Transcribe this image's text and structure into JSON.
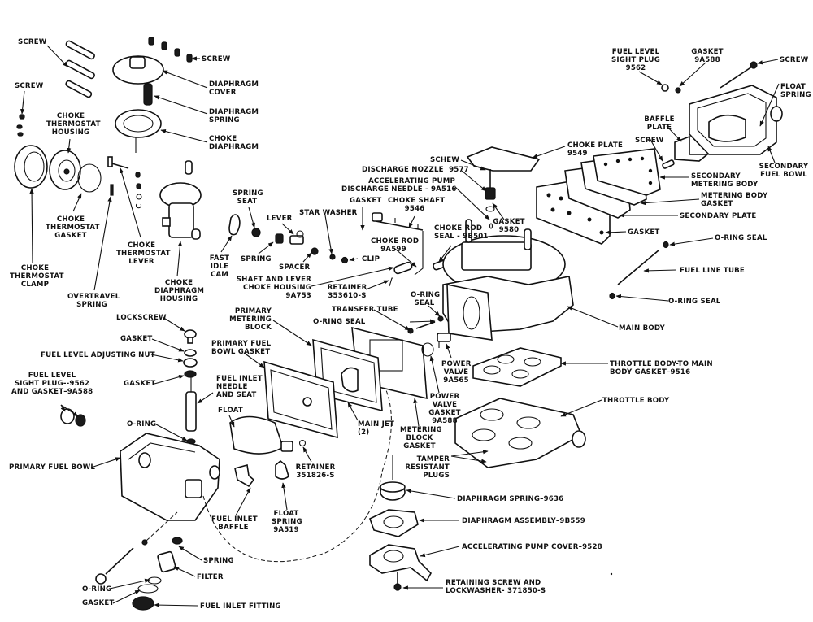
{
  "figure": {
    "title": "Carburetor exploded view",
    "labels": {
      "screw_bolts": "SCREW",
      "screw_cover": "SCREW",
      "screw_small": "SCREW",
      "diaphragm_cover": "DIAPHRAGM\nCOVER",
      "diaphragm_spring": "DIAPHRAGM\nSPRING",
      "choke_diaphragm": "CHOKE\nDIAPHRAGM",
      "choke_thermostat_housing": "CHOKE\nTHERMOSTAT\nHOUSING",
      "choke_thermostat_gasket": "CHOKE\nTHERMOSTAT\nGASKET",
      "choke_thermostat_clamp": "CHOKE\nTHERMOSTAT\nCLAMP",
      "overtravel_spring": "OVERTRAVEL\nSPRING",
      "choke_thermostat_lever": "CHOKE\nTHERMOSTAT\nLEVER",
      "choke_diaphragm_housing": "CHOKE\nDIAPHRAGM\nHOUSING",
      "fast_idle_cam": "FAST\nIDLE\nCAM",
      "spring_seat": "SPRING\nSEAT",
      "spring_choke": "SPRING",
      "lever": "LEVER",
      "spacer": "SPACER",
      "star_washer": "STAR WASHER",
      "clip": "CLIP",
      "shaft_lever_housing": "SHAFT AND LEVER\nCHOKE HOUSING\n9A753",
      "retainer_353610": "RETAINER\n353610-S",
      "gasket_upper": "GASKET",
      "choke_shaft": "CHOKE SHAFT\n9546",
      "choke_rod": "CHOKE ROD\n9A599",
      "choke_rod_seal": "CHOKE ROD\nSEAL - 9B501",
      "screw_nozzle": "SCHEW",
      "discharge_nozzle": "DISCHARGE NOZZLE  9577",
      "accel_pump_needle": "ACCELERATING PUMP\nDISCHARGE NEEDLE - 9A516",
      "gasket_9580": "GASKET\n9580",
      "choke_plate": "CHOKE PLATE\n9549",
      "fuel_level_sight_plug_9562": "FUEL LEVEL\nSIGHT PLUG\n9562",
      "gasket_9a588_top": "GASKET\n9A588",
      "screw_secondary": "SCREW",
      "float_spring_secondary": "FLOAT\nSPRING",
      "baffle_plate": "BAFFLE\nPLATE",
      "screw_baffle": "SCREW",
      "secondary_fuel_bowl": "SECONDARY\nFUEL BOWL",
      "secondary_metering_body": "SECONDARY\nMETERING BODY",
      "metering_body_gasket": "METERING BODY\nGASKET",
      "secondary_plate": "SECONDARY PLATE",
      "gasket_secondary": "GASKET",
      "o_ring_seal_upper": "O-RING SEAL",
      "fuel_line_tube": "FUEL LINE TUBE",
      "o_ring_seal_lower": "O-RING SEAL",
      "main_body": "MAIN BODY",
      "throttle_body_gasket": "THROTTLE BODY-TO MAIN\nBODY GASKET–9516",
      "throttle_body": "THROTTLE BODY",
      "transfer_tube": "TRANSFER TUBE",
      "o_ring_seal_transfer": "O-RING SEAL",
      "o_ring_seal_top": "O-RING\nSEAL",
      "power_valve": "POWER\nVALVE\n9A565",
      "power_valve_gasket": "POWER\nVALVE\nGASKET\n9A588",
      "metering_block_gasket": "METERING\nBLOCK\nGASKET",
      "tamper_resistant_plugs": "TAMPER\nRESISTANT\nPLUGS",
      "primary_metering_block": "PRIMARY\nMETERING\nBLOCK",
      "primary_fuel_bowl_gasket": "PRIMARY FUEL\nBOWL GASKET",
      "main_jet": "MAIN JET\n(2)",
      "fuel_inlet_needle_seat": "FUEL INLET\nNEEDLE\nAND SEAT",
      "float": "FLOAT",
      "retainer_351826": "RETAINER\n351826-S",
      "fuel_inlet_baffle": "FUEL INLET\nBAFFLE",
      "float_spring_9a519": "FLOAT\nSPRING\n9A519",
      "lockscrew": "LOCKSCREW",
      "gasket_lock_top": "GASKET",
      "fuel_level_adjusting_nut": "FUEL LEVEL ADJUSTING NUT",
      "gasket_lock_bottom": "GASKET",
      "fuel_level_sight_plug_gasket": "FUEL LEVEL\nSIGHT PLUG--9562\nAND GASKET–9A588",
      "o_ring_needle": "O-RING",
      "primary_fuel_bowl": "PRIMARY FUEL BOWL",
      "spring_filter": "SPRING",
      "filter": "FILTER",
      "o_ring_fitting": "O-RING",
      "gasket_fitting": "GASKET",
      "fuel_inlet_fitting": "FUEL INLET FITTING",
      "diaphragm_spring_9636": "DIAPHRAGM SPRING–9636",
      "diaphragm_assembly": "DIAPHRAGM ASSEMBLY–9B559",
      "accel_pump_cover": "ACCELERATING PUMP COVER–9528",
      "retaining_screw_lockwasher": "RETAINING SCREW AND\nLOCKWASHER- 371850-S"
    }
  }
}
